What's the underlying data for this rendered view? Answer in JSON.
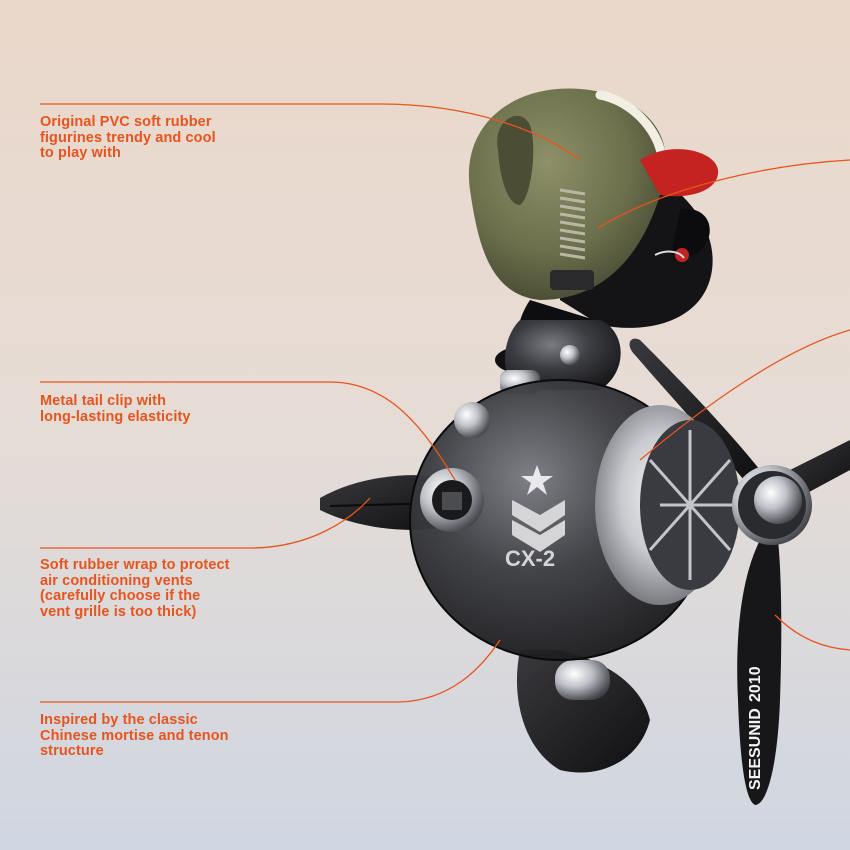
{
  "colors": {
    "background_top": "#ead7c8",
    "background_bottom": "#d3d9e3",
    "accent": "#e8541e",
    "helmet": "#6f7350",
    "body_dark": "#1f1f22",
    "red_trim": "#c42322"
  },
  "callouts": [
    {
      "text": "Original PVC soft rubber\nfigurines trendy and cool\nto play with"
    },
    {
      "text": "Metal tail clip with\nlong-lasting elasticity"
    },
    {
      "text": "Soft rubber wrap to protect\nair conditioning vents\n(carefully choose if the\nvent grille is too thick)"
    },
    {
      "text": "Inspired by the classic\nChinese mortise and tenon\nstructure"
    }
  ],
  "product": {
    "fuselage_marking": "CX-2",
    "propeller_brand": "SEESUNID",
    "propeller_year": "2010"
  }
}
